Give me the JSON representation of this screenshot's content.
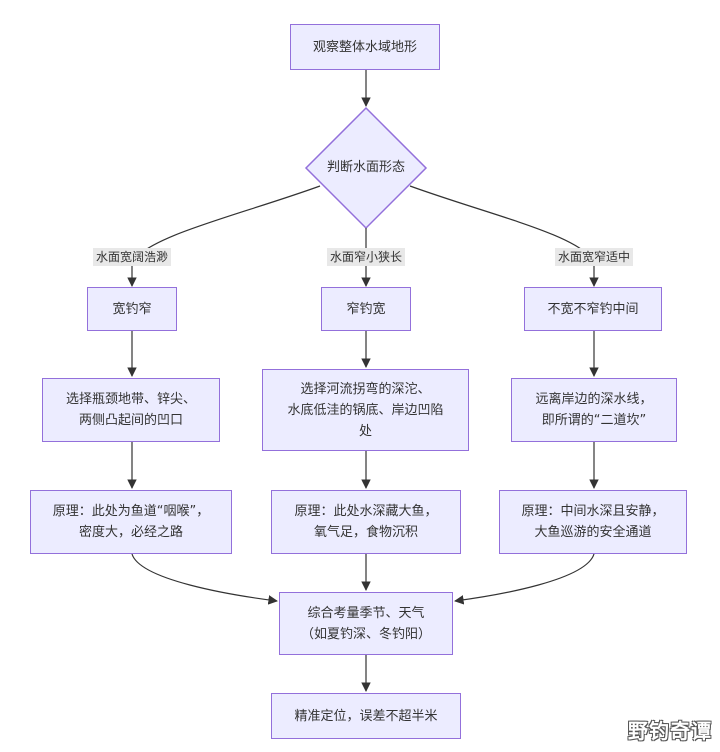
{
  "flowchart": {
    "start": "观察整体水域地形",
    "decision": "判断水面形态",
    "branches": [
      {
        "condition": "水面宽阔浩渺",
        "rule": "宽钓窄",
        "location": [
          "选择瓶颈地带、锌尖、",
          "两侧凸起间的凹口"
        ],
        "principle": [
          "原理：此处为鱼道“咽喉”，",
          "密度大，必经之路"
        ]
      },
      {
        "condition": "水面窄小狭长",
        "rule": "窄钓宽",
        "location": [
          "选择河流拐弯的深沱、",
          "水底低洼的锅底、岸边凹陷",
          "处"
        ],
        "principle": [
          "原理：此处水深藏大鱼，",
          "氧气足，食物沉积"
        ]
      },
      {
        "condition": "水面宽窄适中",
        "rule": "不宽不窄钓中间",
        "location": [
          "远离岸边的深水线，",
          "即所谓的“二道坎”"
        ],
        "principle": [
          "原理：中间水深且安静，",
          "大鱼巡游的安全通道"
        ]
      }
    ],
    "merge": [
      "综合考量季节、天气",
      "（如夏钓深、冬钓阳）"
    ],
    "end": "精准定位，误差不超半米"
  },
  "watermark": "野钓奇谭",
  "colors": {
    "node_fill": "#ECECFF",
    "node_border": "#9370DB",
    "edge": "#333333",
    "label_bg": "#e8e8e8"
  }
}
